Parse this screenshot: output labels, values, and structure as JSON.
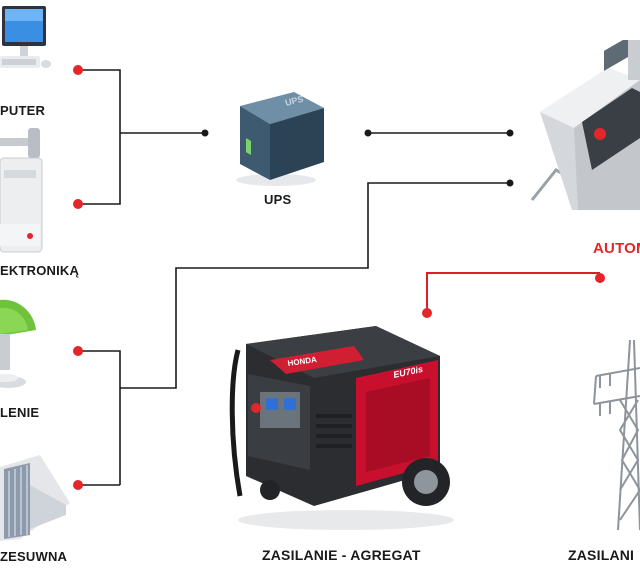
{
  "diagram": {
    "labels": {
      "computer": "PUTER",
      "boiler": "EKTRONIKĄ",
      "lighting": "LENIE",
      "gate": "ZESUWNA",
      "ups": "UPS",
      "automation": "AUTOM",
      "generator": "ZASILANIE - AGREGAT",
      "grid": "ZASILANI"
    },
    "ups_case_text": "UPS",
    "generator_brand": "HONDA",
    "generator_model": "EU70is",
    "colors": {
      "wire_black": "#1a1a1a",
      "wire_red": "#d9202a",
      "dot_red": "#e3262a",
      "accent_red": "#e3262a"
    },
    "icons": [
      "computer-icon",
      "boiler-icon",
      "lamp-icon",
      "gate-icon",
      "ups-icon",
      "automation-panel-icon",
      "generator-icon",
      "power-pylon-icon"
    ]
  }
}
